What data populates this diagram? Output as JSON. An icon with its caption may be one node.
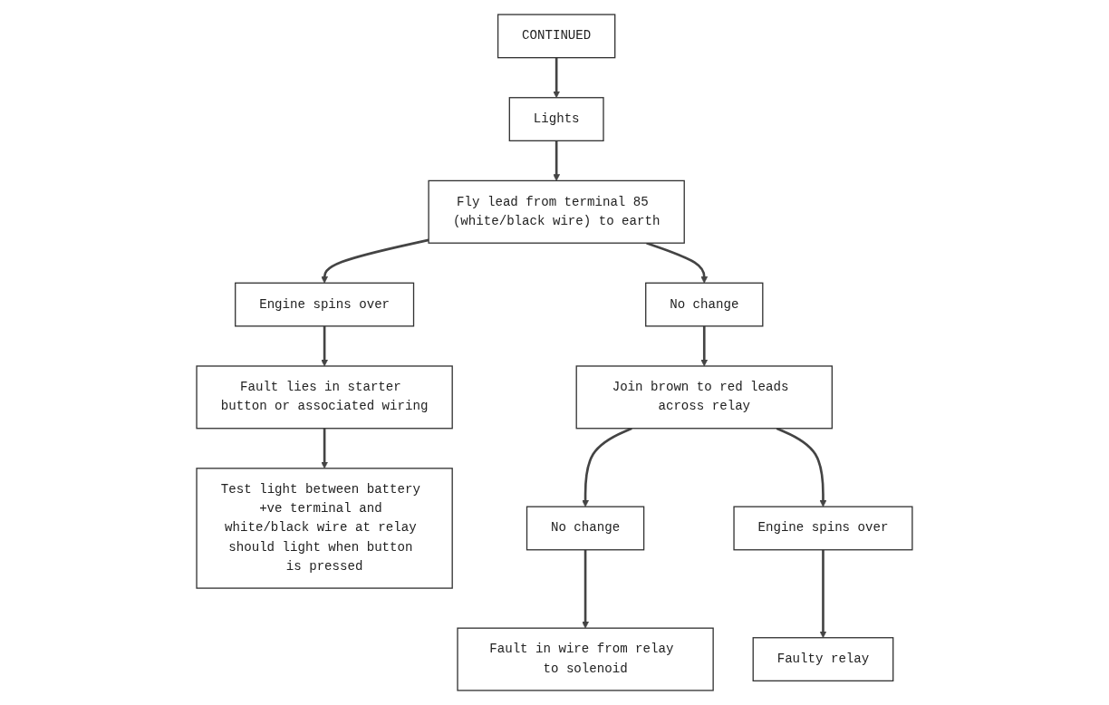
{
  "diagram": {
    "nodes": [
      {
        "text": [
          "CONTINUED"
        ]
      },
      {
        "text": [
          "Test light between battery +ve terminal and white/black wire at relay should light when button is pressed"
        ]
      },
      {
        "text": [
          "Lights"
        ]
      },
      {
        "text": [
          "Fly lead from terminal 85 (white/black wire) to earth"
        ]
      },
      {
        "text": [
          "Engine spins over"
        ]
      },
      {
        "text": [
          "Fault lies in starter button or associated wiring"
        ]
      },
      {
        "text": [
          "No change"
        ]
      },
      {
        "text": [
          "Join brown to red leads across relay"
        ]
      },
      {
        "text": [
          "No change"
        ]
      },
      {
        "text": [
          "Fault in wire from relay to solenoid"
        ]
      },
      {
        "text": [
          "Faulty relay"
        ]
      },
      {
        "text": [
          "Engine spins over"
        ]
      }
    ],
    "edges": [
      {
        "from": 0,
        "to": 2,
        "arrow": "to"
      },
      {
        "from": 2,
        "to": 3,
        "arrow": "to"
      },
      {
        "from": 3,
        "to": 4,
        "arrow": "to"
      },
      {
        "from": 4,
        "to": 5,
        "arrow": "to"
      },
      {
        "from": 5,
        "to": 1,
        "arrow": "to"
      },
      {
        "from": 3,
        "to": 6,
        "arrow": "to"
      },
      {
        "from": 6,
        "to": 7,
        "arrow": "to"
      },
      {
        "from": 7,
        "to": 8,
        "arrow": "to"
      },
      {
        "from": 8,
        "to": 9,
        "arrow": "to"
      },
      {
        "from": 7,
        "to": 11,
        "arrow": "to"
      },
      {
        "from": 11,
        "to": 10,
        "arrow": "to"
      }
    ]
  }
}
